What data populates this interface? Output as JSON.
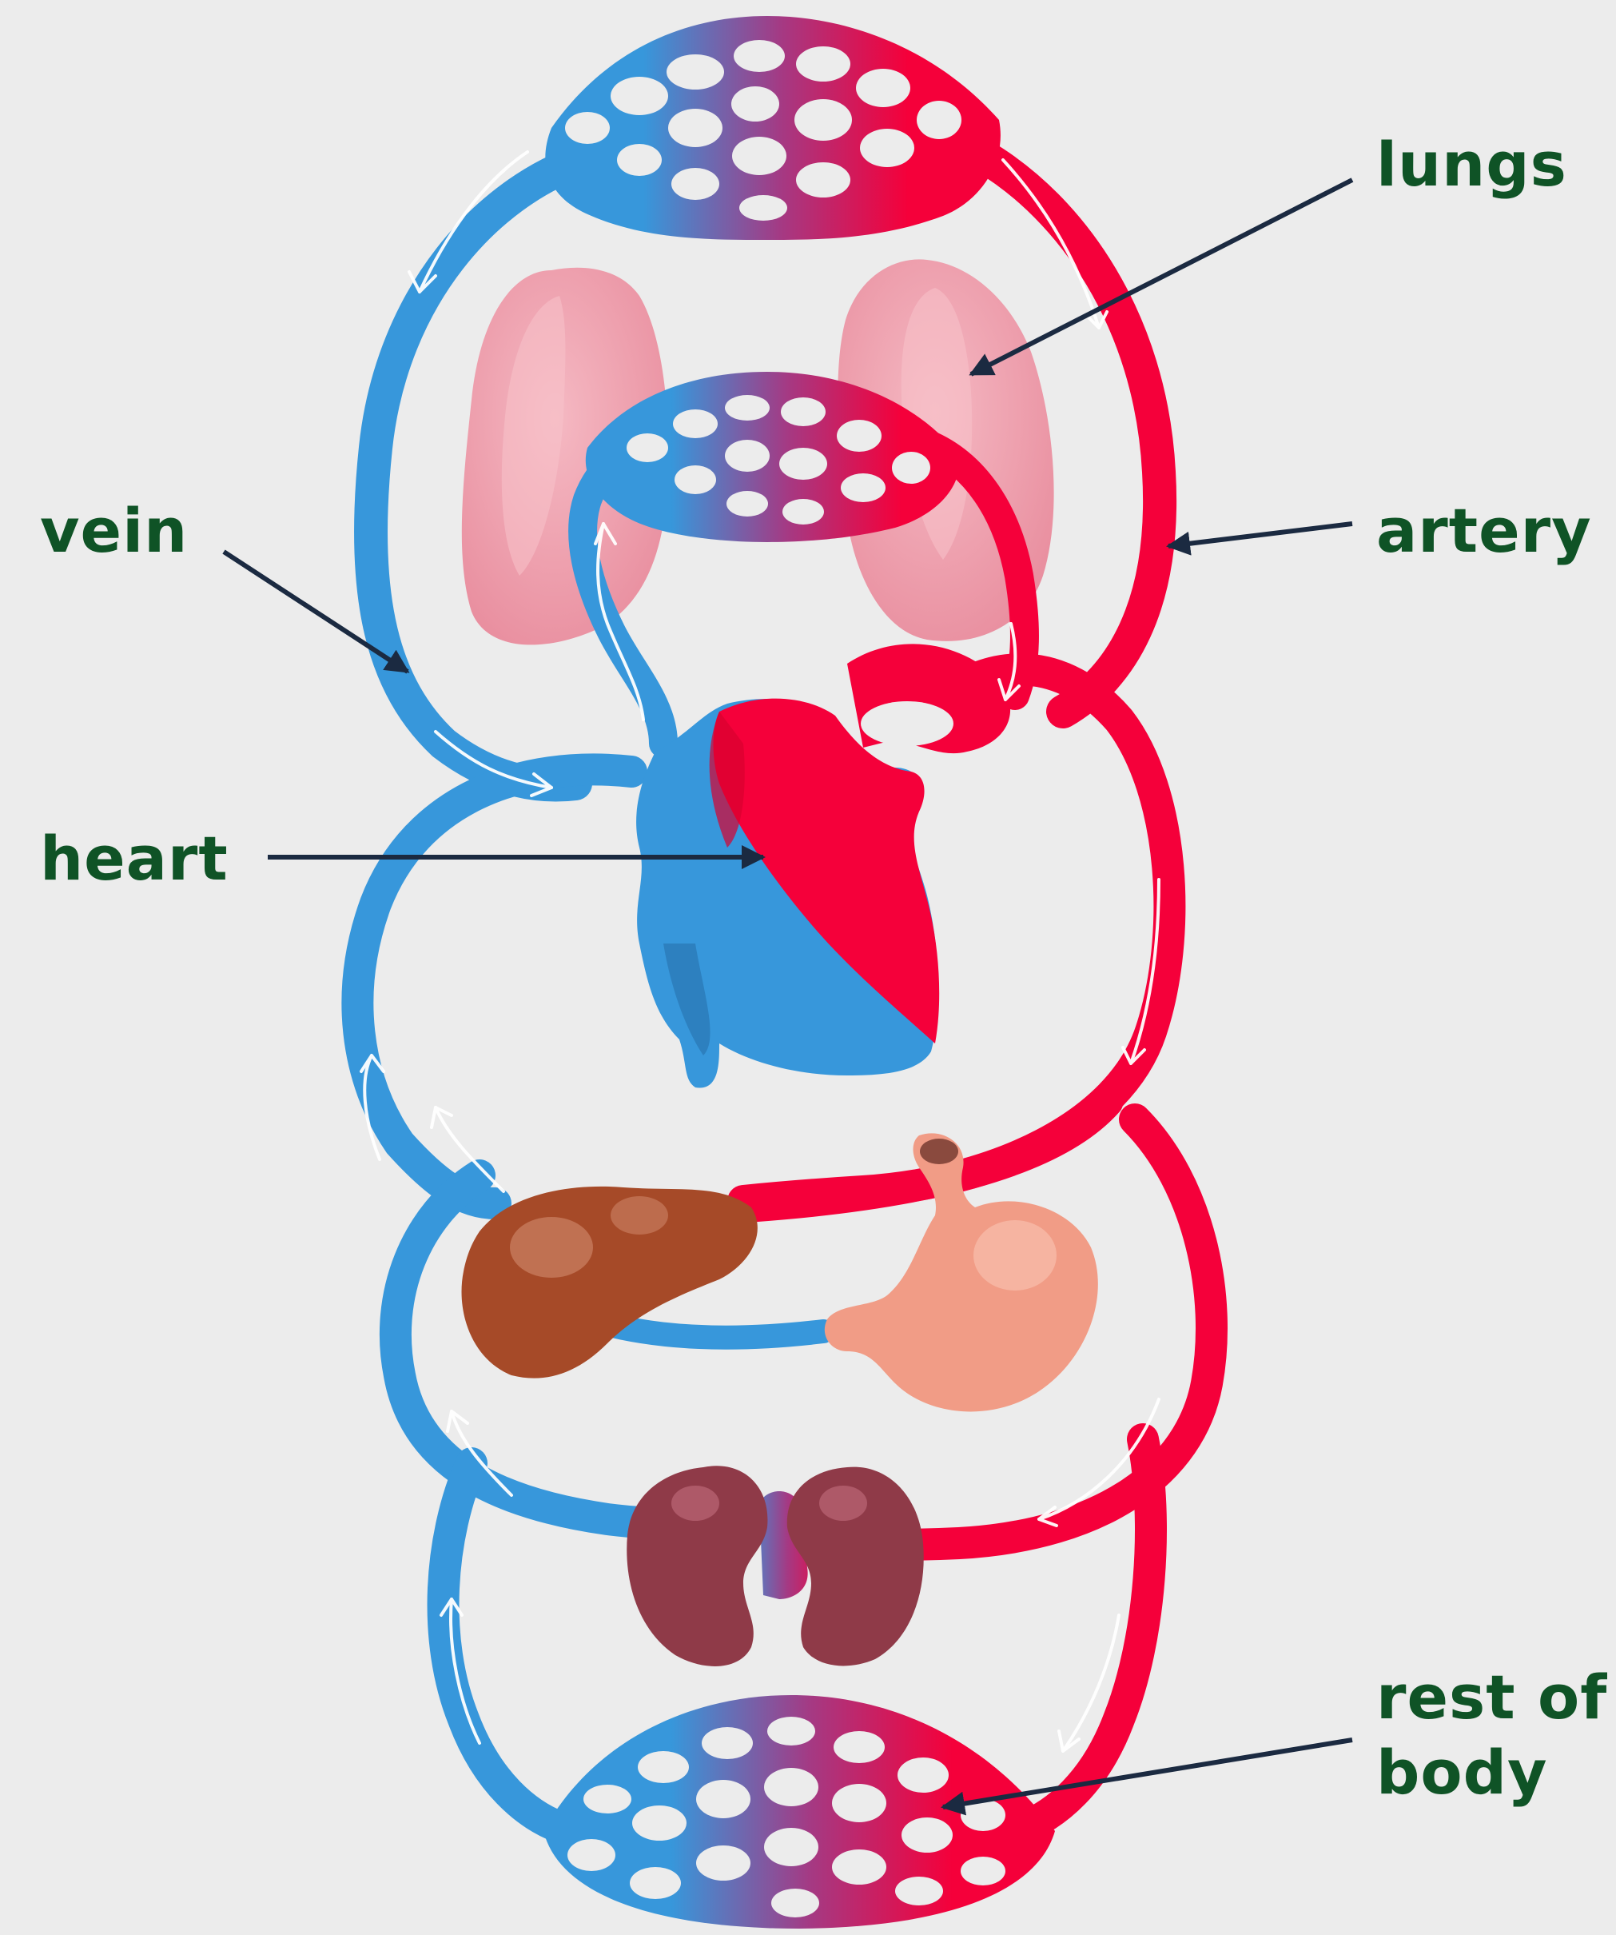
{
  "labels": {
    "lungs": "lungs",
    "artery": "artery",
    "vein": "vein",
    "heart": "heart",
    "rest_of_body_line1": "rest of",
    "rest_of_body_line2": "body"
  },
  "colors": {
    "background": "#ececec",
    "vein_blue": "#3797db",
    "artery_red": "#f5003a",
    "label_text": "#0f5326",
    "pointer_line": "#1b2a41",
    "lung_pink": "#ee9aa8",
    "liver_brown": "#a64a28",
    "stomach_peach": "#f19c86",
    "kidney_maroon": "#8f3a48"
  },
  "icons": [
    "lungs-icon",
    "heart-icon",
    "liver-icon",
    "stomach-icon",
    "kidneys-icon",
    "capillary-network-icon",
    "flow-arrow-icon"
  ]
}
